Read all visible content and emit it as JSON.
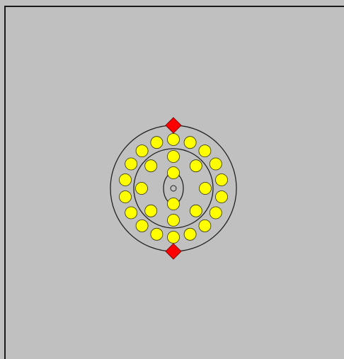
{
  "diagram": {
    "subject": "atom-model",
    "colors": {
      "background": "#c0c0c0",
      "frame": "#1a1a1a",
      "orbit_stroke": "#222222",
      "electron_fill": "#ffff00",
      "electron_stroke": "#333300",
      "pole_marker_fill": "#ff0000",
      "pole_marker_stroke": "#660000"
    },
    "shells": [
      {
        "name": "nucleus",
        "electrons": 0
      },
      {
        "name": "shell-1",
        "electrons": 2
      },
      {
        "name": "shell-2",
        "electrons": 8
      },
      {
        "name": "shell-3",
        "electrons": 18
      }
    ],
    "pole_markers": 2
  }
}
